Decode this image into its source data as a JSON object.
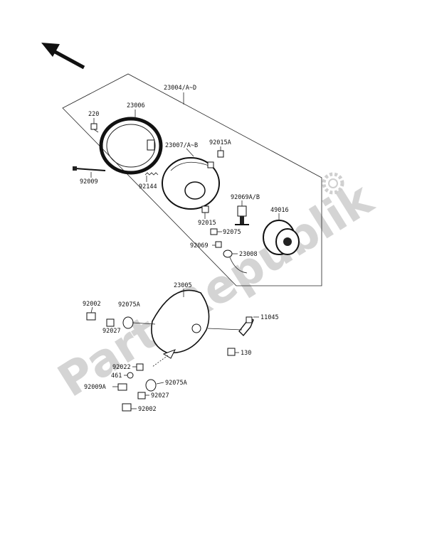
{
  "watermark": "PartsRepublik",
  "labels": {
    "assembly": "23004/A~D",
    "rim": "23006",
    "screw220": "220",
    "screw92009": "92009",
    "spring92144": "92144",
    "unit23007": "23007/A~B",
    "part92015A": "92015A",
    "part92015": "92015",
    "bulb92069A": "92069A/B",
    "socket49016": "49016",
    "part92075": "92075",
    "part92069": "92069",
    "cord23008": "23008",
    "housing23005": "23005",
    "bolt92002a": "92002",
    "part92075A_a": "92075A",
    "nut92027a": "92027",
    "bracket11045": "11045",
    "bolt130": "130",
    "part92022": "92022",
    "washer461": "461",
    "screw92009A": "92009A",
    "part92075A_b": "92075A",
    "nut92027b": "92027",
    "bolt92002b": "92002"
  }
}
